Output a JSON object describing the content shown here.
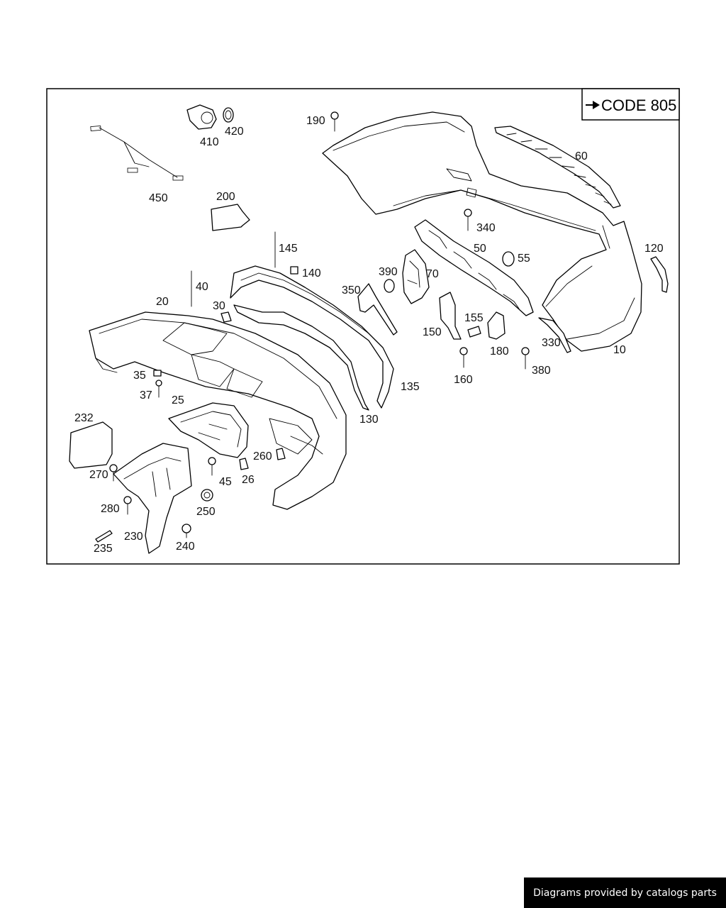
{
  "code_box": {
    "text": "CODE 805",
    "arrow_icon": "arrow-right-icon"
  },
  "labels": {
    "p10": "10",
    "p20": "20",
    "p25": "25",
    "p26": "26",
    "p30": "30",
    "p35": "35",
    "p37": "37",
    "p40": "40",
    "p45": "45",
    "p50": "50",
    "p55": "55",
    "p60": "60",
    "p70": "70",
    "p120": "120",
    "p130": "130",
    "p135": "135",
    "p140": "140",
    "p145": "145",
    "p150": "150",
    "p155": "155",
    "p160": "160",
    "p180": "180",
    "p190": "190",
    "p200": "200",
    "p230": "230",
    "p232": "232",
    "p235": "235",
    "p240": "240",
    "p250": "250",
    "p260": "260",
    "p270": "270",
    "p280": "280",
    "p330": "330",
    "p340": "340",
    "p350": "350",
    "p380": "380",
    "p390": "390",
    "p410": "410",
    "p420": "420",
    "p450": "450"
  },
  "footer": {
    "text": "Diagrams provided by catalogs parts"
  }
}
